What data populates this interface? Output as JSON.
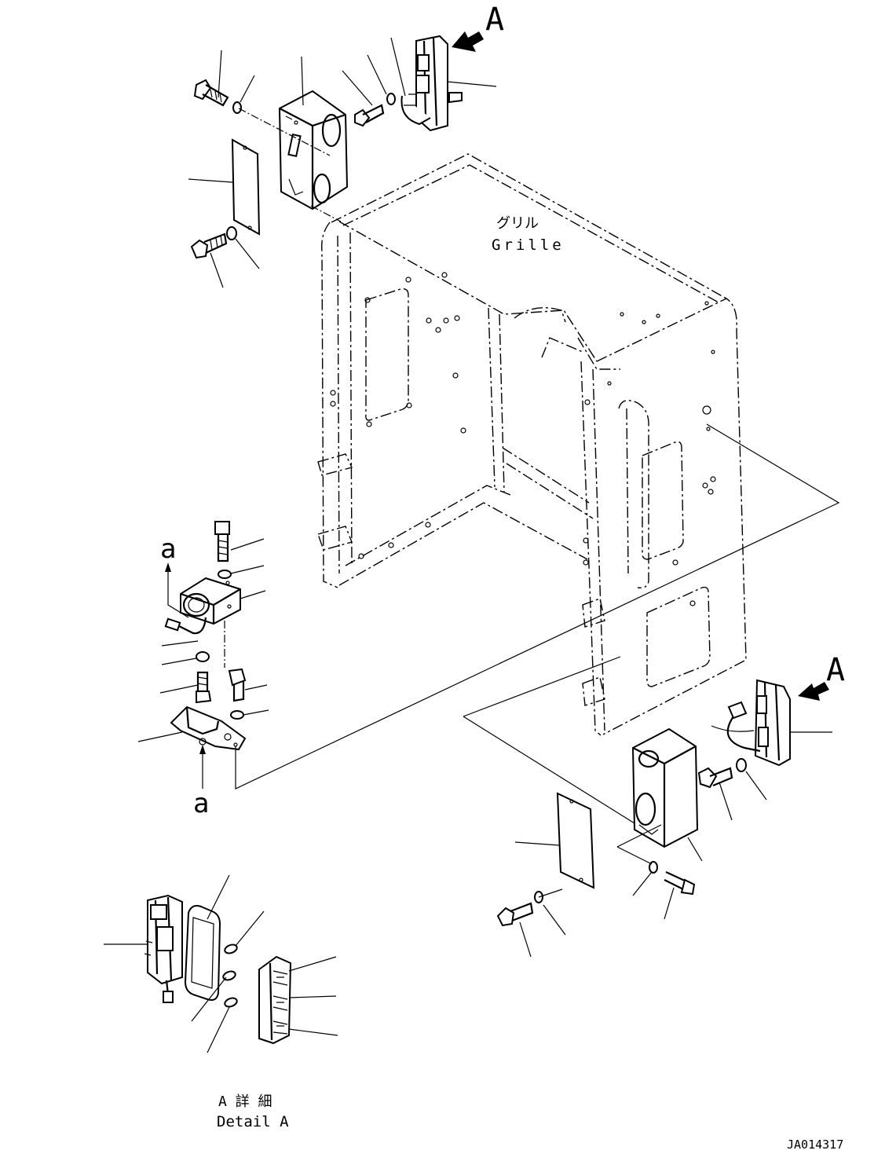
{
  "labels": {
    "view_a_top": "A",
    "view_a_right": "A",
    "grille_jp": "グリル",
    "grille_en": "Grille",
    "view_a_small_top": "a",
    "view_a_small_bottom": "a",
    "detail_jp": "A 詳 細",
    "detail_en": "Detail A",
    "drawing_number": "JA014317"
  },
  "icons": {
    "view_arrow": "filled-arrow",
    "small_arrow": "thin-arrow"
  }
}
